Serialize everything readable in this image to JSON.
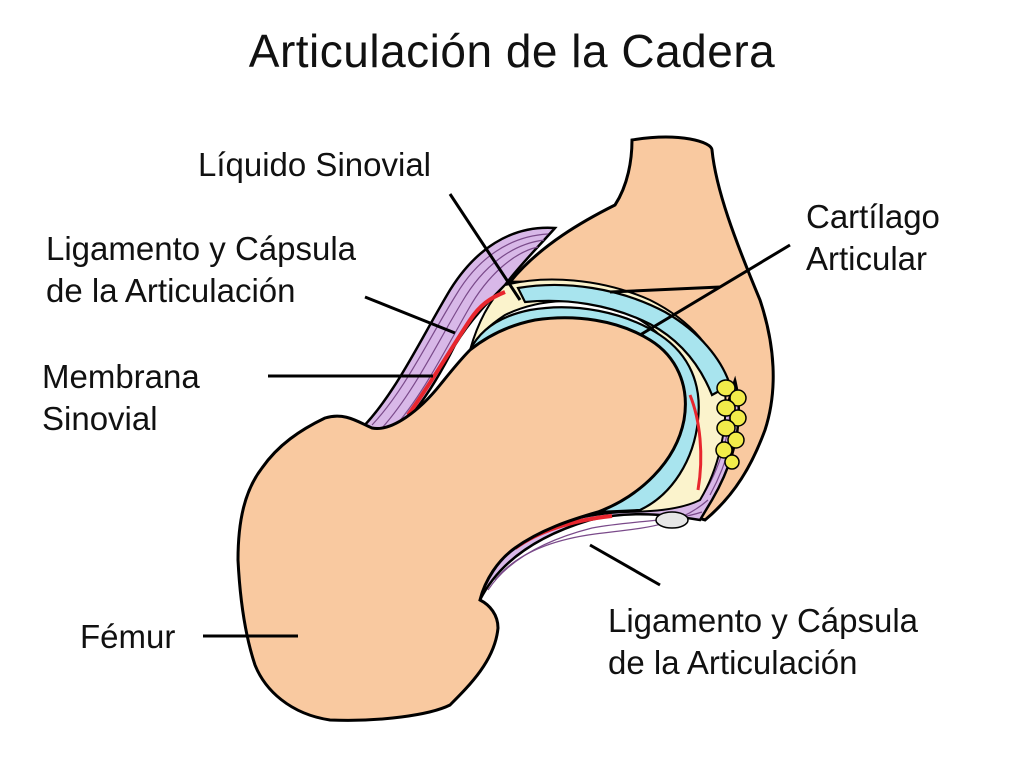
{
  "title": "Articulación de la Cadera",
  "labels": {
    "liquido_sinovial": "Líquido Sinovial",
    "cartilago_line1": "Cartílago",
    "cartilago_line2": "Articular",
    "ligamento_upper_line1": "Ligamento y Cápsula",
    "ligamento_upper_line2": "de la Articulación",
    "membrana_line1": "Membrana",
    "membrana_line2": "Sinovial",
    "femur": "Fémur",
    "ligamento_lower_line1": "Ligamento y Cápsula",
    "ligamento_lower_line2": "de la Articulación"
  },
  "colors": {
    "bone": "#F9C9A0",
    "capsule": "#D8B8E8",
    "cartilage": "#A8E4EE",
    "synovial_fluid": "#FBF3CC",
    "membrane": "#E8262E",
    "fat_pad": "#F2EC4A",
    "outline": "#000000"
  }
}
